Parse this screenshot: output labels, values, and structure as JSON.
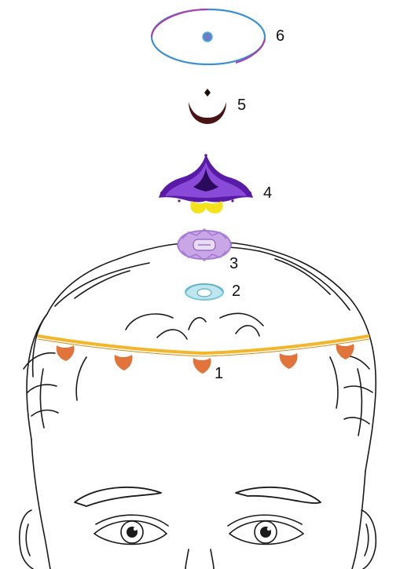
{
  "diagram": {
    "labels": {
      "crown_band": "1",
      "lower_lotus": "2",
      "upper_lotus": "3",
      "flame": "4",
      "crescent": "5",
      "halo": "6"
    },
    "colors": {
      "halo_outer": "#3a8fd6",
      "halo_accent": "#b03aa8",
      "halo_dot": "#6a7fc8",
      "crescent": "#4a1414",
      "flame_purple": "#5a1aa8",
      "flame_violet": "#8a4ad8",
      "flame_yellow": "#f6e21a",
      "upper_lotus": "#a77ad4",
      "lower_lotus": "#7ac8d8",
      "band": "#f2b62a",
      "drops": "#e0743a",
      "sketch": "#1a1a1a"
    }
  }
}
